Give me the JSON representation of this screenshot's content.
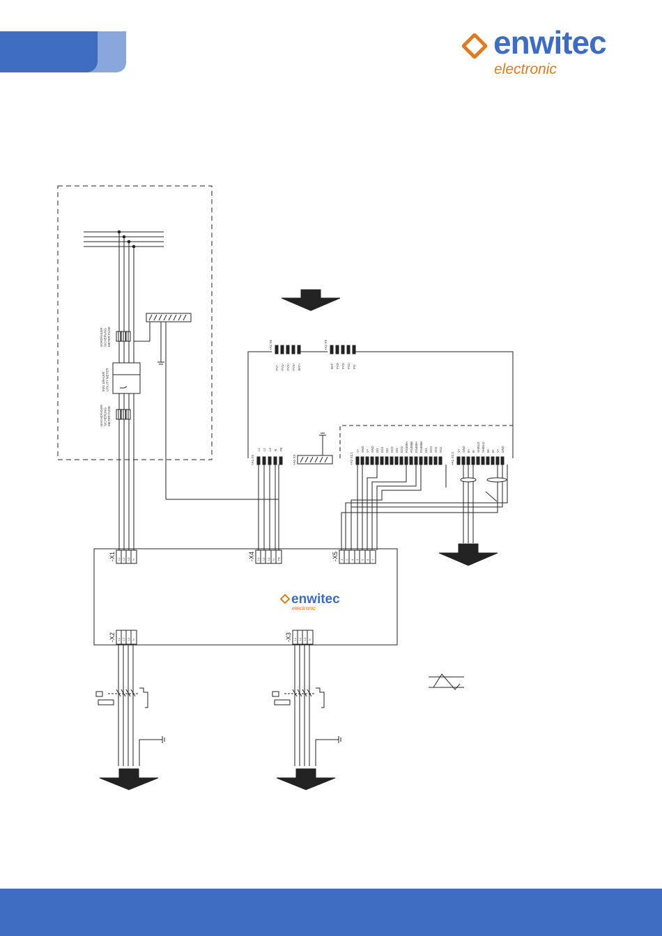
{
  "brand": {
    "name": "enwitec",
    "sub": "electronic",
    "accent": "#3d6cc0",
    "orange": "#e07a1f"
  },
  "meter": {
    "pre_fuse": "VORZÄHLER-\nSICHERUNG\nMETER FUSE",
    "meter": "EVU ZÄHLER\nUTILITY METER",
    "post_fuse": "NACHZÄHLER-\nSICHERUNG\nMETER FUSE"
  },
  "x1": {
    "label": "-X1",
    "pins": [
      "L1",
      "L2",
      "L3",
      "N"
    ]
  },
  "x4": {
    "label": "-X4",
    "pins": [
      "L1",
      "L2",
      "L3",
      "N",
      "PE"
    ]
  },
  "x5": {
    "label": "-X5",
    "pins": [
      "1",
      "2",
      "3",
      "4",
      "5",
      "6",
      "7"
    ]
  },
  "x2": {
    "label": "-X2",
    "pins": [
      "L1",
      "L2",
      "L3",
      "N"
    ]
  },
  "x3": {
    "label": "-X3",
    "pins": [
      "L1",
      "L2",
      "L3",
      "N"
    ]
  },
  "inv_x6": {
    "tag": "+A1-X6",
    "pins": [
      "PV+",
      "PV1+",
      "PV2+",
      "PV3+",
      "BAT+"
    ]
  },
  "inv_x5": {
    "tag": "+A1-X5",
    "pins": [
      "BAT-",
      "PV3-",
      "PV2-",
      "PV1-",
      "PV-"
    ]
  },
  "inv_x2": {
    "tag": "+A1-X2",
    "pins": [
      "L1",
      "L2",
      "L3",
      "N",
      "PE"
    ]
  },
  "inv_x3": {
    "tag": "+A1-X3"
  },
  "inv_x21": {
    "tag": "+A1-X2.1",
    "pins": [
      "V+",
      "GND",
      "V+",
      "GND",
      "DI1",
      "DO1",
      "DI2",
      "DO2",
      "DI3",
      "DO3",
      "RS485A",
      "RS485B",
      "RS485A",
      "RS485B",
      "DI4",
      "DO4",
      "W11",
      "W11"
    ]
  },
  "inv_x22": {
    "tag": "+A1-X2.2",
    "pins": [
      "V+",
      "GND",
      "B+",
      "B-",
      "SHIELD",
      "SHIELD",
      "M+",
      "M-",
      "V+",
      "GND"
    ]
  }
}
